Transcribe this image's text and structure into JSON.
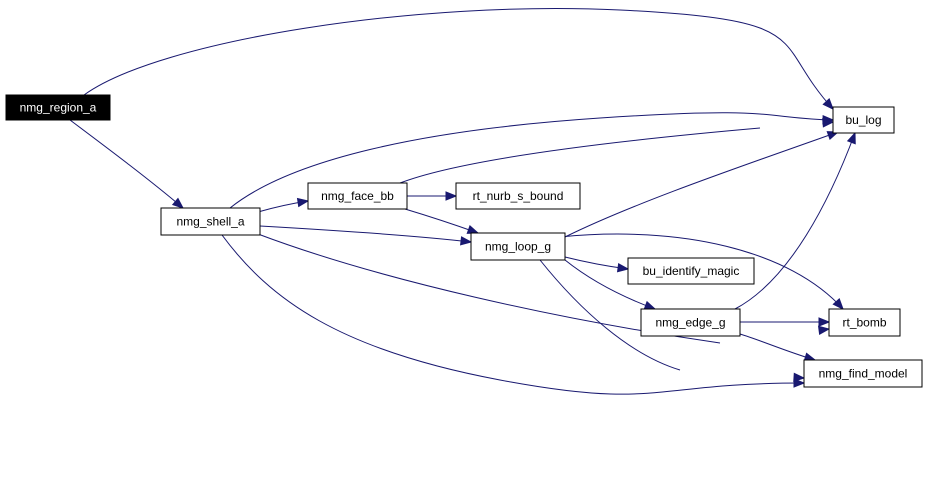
{
  "graph": {
    "nodes": {
      "nmg_region_a": {
        "label": "nmg_region_a",
        "root": true
      },
      "bu_log": {
        "label": "bu_log"
      },
      "nmg_shell_a": {
        "label": "nmg_shell_a"
      },
      "nmg_face_bb": {
        "label": "nmg_face_bb"
      },
      "rt_nurb_s_bound": {
        "label": "rt_nurb_s_bound"
      },
      "nmg_loop_g": {
        "label": "nmg_loop_g"
      },
      "bu_identify_magic": {
        "label": "bu_identify_magic"
      },
      "nmg_edge_g": {
        "label": "nmg_edge_g"
      },
      "rt_bomb": {
        "label": "rt_bomb"
      },
      "nmg_find_model": {
        "label": "nmg_find_model"
      }
    },
    "edges": [
      {
        "from": "nmg_region_a",
        "to": "bu_log"
      },
      {
        "from": "nmg_region_a",
        "to": "nmg_shell_a"
      },
      {
        "from": "nmg_shell_a",
        "to": "bu_log"
      },
      {
        "from": "nmg_shell_a",
        "to": "nmg_face_bb"
      },
      {
        "from": "nmg_shell_a",
        "to": "nmg_loop_g"
      },
      {
        "from": "nmg_shell_a",
        "to": "rt_bomb"
      },
      {
        "from": "nmg_shell_a",
        "to": "nmg_find_model"
      },
      {
        "from": "nmg_face_bb",
        "to": "bu_log"
      },
      {
        "from": "nmg_face_bb",
        "to": "rt_nurb_s_bound"
      },
      {
        "from": "nmg_face_bb",
        "to": "nmg_loop_g"
      },
      {
        "from": "nmg_loop_g",
        "to": "bu_log"
      },
      {
        "from": "nmg_loop_g",
        "to": "bu_identify_magic"
      },
      {
        "from": "nmg_loop_g",
        "to": "nmg_edge_g"
      },
      {
        "from": "nmg_loop_g",
        "to": "rt_bomb"
      },
      {
        "from": "nmg_loop_g",
        "to": "nmg_find_model"
      },
      {
        "from": "nmg_edge_g",
        "to": "bu_log"
      },
      {
        "from": "nmg_edge_g",
        "to": "rt_bomb"
      },
      {
        "from": "nmg_edge_g",
        "to": "nmg_find_model"
      }
    ],
    "colors": {
      "edge": "#191970",
      "node_border": "#000000",
      "root_fill": "#000000",
      "root_text": "#ffffff"
    }
  }
}
